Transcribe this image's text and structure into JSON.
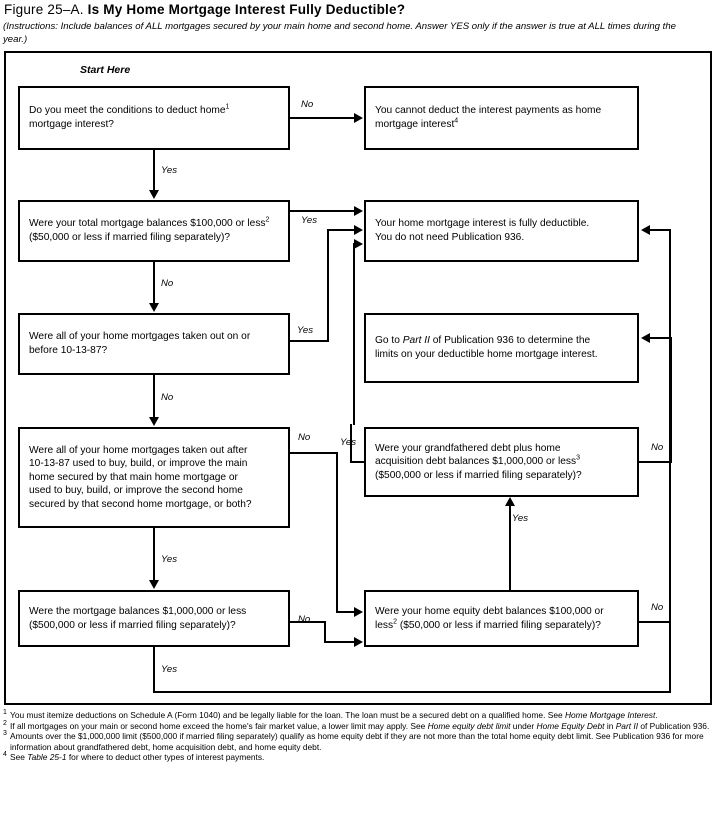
{
  "figure": {
    "label": "Figure 25–A.",
    "title": "Is My Home Mortgage Interest Fully Deductible?",
    "instructions": "(Instructions: Include balances of ALL mortgages secured by your main home and second home. Answer YES only if the answer is true at ALL times during the year.)",
    "start_label": "Start Here"
  },
  "nodes": {
    "q1": "Do you meet the conditions to deduct home¹ mortgage interest?",
    "q1_sup": "1",
    "q1_text_a": "Do you meet the conditions to deduct home",
    "q1_text_b": "mortgage interest?",
    "r_cannot_a": "You cannot deduct the interest payments as home",
    "r_cannot_b": "mortgage interest",
    "r_cannot_sup": "4",
    "q2_a": "Were your total mortgage balances $100,000 or less",
    "q2_sup": "2",
    "q2_b": "($50,000 or less if married filing separately)?",
    "r_fully_a": "Your home mortgage interest is fully deductible.",
    "r_fully_b": "You do not need Publication 936.",
    "q3_a": "Were all of your home mortgages taken out on or",
    "q3_b": "before 10-13-87?",
    "r_partii_pre": "Go to ",
    "r_partii_em": "Part II",
    "r_partii_post": " of Publication 936 to determine the",
    "r_partii_b": "limits on your deductible home mortgage interest.",
    "q4_lines": [
      "Were all of your home mortgages taken out after",
      "10-13-87 used to buy, build, or improve the main",
      "home secured by that main home mortgage or",
      "used to buy, build, or improve the second home",
      "secured by that second home mortgage, or both?"
    ],
    "q5_a": "Were your grandfathered debt plus home",
    "q5_b": "acquisition debt balances $1,000,000 or less",
    "q5_sup": "3",
    "q5_c": "($500,000 or less if married filing separately)?",
    "q6_a": "Were the mortgage balances $1,000,000 or less",
    "q6_b": "($500,000 or less if married filing separately)?",
    "q7_a": "Were your home equity debt balances $100,000 or",
    "q7_b_pre": "less",
    "q7_sup": "2",
    "q7_b_post": " ($50,000 or less if married filing separately)?"
  },
  "edge_labels": {
    "no": "No",
    "yes": "Yes",
    "q1_no": "No",
    "q1_yes": "Yes",
    "q2_yes": "Yes",
    "q2_no": "No",
    "q3_yes": "Yes",
    "q3_no": "No",
    "q4_no": "No",
    "q4_yes_right": "Yes",
    "q4_yes_down": "Yes",
    "q5_yes_up": "Yes",
    "q5_no": "No",
    "q6_no": "No",
    "q6_yes": "Yes",
    "q7_no": "No"
  },
  "footnotes": [
    {
      "marker": "1",
      "parts": [
        {
          "t": "You must itemize deductions on Schedule A (Form 1040) and be legally liable for the loan. The loan must be a secured debt on a qualified home. See ",
          "i": false
        },
        {
          "t": "Home Mortgage Interest",
          "i": true
        },
        {
          "t": ".",
          "i": false
        }
      ]
    },
    {
      "marker": "2",
      "parts": [
        {
          "t": "If all mortgages on your main or second home exceed the home's fair market value, a lower limit may apply. See ",
          "i": false
        },
        {
          "t": "Home equity debt limit",
          "i": true
        },
        {
          "t": " under ",
          "i": false
        },
        {
          "t": "Home Equity Debt",
          "i": true
        },
        {
          "t": " in ",
          "i": false
        },
        {
          "t": "Part II",
          "i": true
        },
        {
          "t": " of Publication 936.",
          "i": false
        }
      ]
    },
    {
      "marker": "3",
      "parts": [
        {
          "t": "Amounts over the $1,000,000 limit ($500,000 if married filing separately) qualify as home equity debt if they are not more than the total home equity debt limit. See Publication 936 for more information about grandfathered debt, home acquisition debt, and home equity debt.",
          "i": false
        }
      ]
    },
    {
      "marker": "4",
      "parts": [
        {
          "t": "See ",
          "i": false
        },
        {
          "t": "Table 25-1",
          "i": true
        },
        {
          "t": " for where to deduct other types of interest payments.",
          "i": false
        }
      ]
    }
  ],
  "colors": {
    "line": "#000000",
    "background": "#ffffff"
  }
}
